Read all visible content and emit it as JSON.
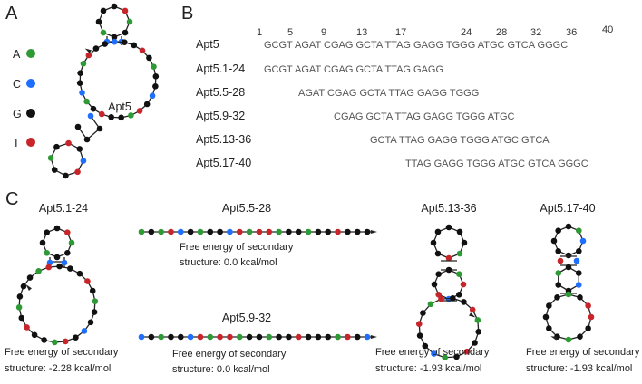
{
  "colors": {
    "A": "#2e9a36",
    "C": "#1f6fff",
    "G": "#111111",
    "T": "#c8252a",
    "line": "#222222"
  },
  "panels": {
    "a": "A",
    "b": "B",
    "c": "C"
  },
  "legend": [
    {
      "base": "A",
      "color": "#2e9a36"
    },
    {
      "base": "C",
      "color": "#1f6fff"
    },
    {
      "base": "G",
      "color": "#111111"
    },
    {
      "base": "T",
      "color": "#c8252a"
    }
  ],
  "structure_a": {
    "label": "Apt5"
  },
  "positions": [
    "1",
    "5",
    "9",
    "13",
    "17",
    "24",
    "28",
    "32",
    "36",
    "40"
  ],
  "sequences": [
    {
      "name": "Apt5",
      "seq": "GCGT AGAT CGAG GCTA TTAG GAGG TGGG ATGC GTCA GGGC"
    },
    {
      "name": "Apt5.1-24",
      "seq": "GCGT AGAT CGAG GCTA TTAG GAGG"
    },
    {
      "name": "Apt5.5-28",
      "seq": "AGAT CGAG GCTA TTAG GAGG TGGG"
    },
    {
      "name": "Apt5.9-32",
      "seq": "CGAG GCTA TTAG GAGG TGGG ATGC"
    },
    {
      "name": "Apt5.13-36",
      "seq": "GCTA TTAG GAGG TGGG ATGC GTCA"
    },
    {
      "name": "Apt5.17-40",
      "seq": "TTAG GAGG TGGG ATGC GTCA GGGC"
    }
  ],
  "structures_c": [
    {
      "title": "Apt5.1-24",
      "energy_line1": "Free energy of secondary",
      "energy_line2": "structure: -2.28 kcal/mol"
    },
    {
      "title": "Apt5.5-28",
      "energy_line1": "Free energy of secondary",
      "energy_line2": "structure: 0.0 kcal/mol"
    },
    {
      "title": "Apt5.9-32",
      "energy_line1": "Free energy of secondary",
      "energy_line2": "structure: 0.0 kcal/mol"
    },
    {
      "title": "Apt5.13-36",
      "energy_line1": "Free energy of secondary",
      "energy_line2": "structure: -1.93 kcal/mol"
    },
    {
      "title": "Apt5.17-40",
      "energy_line1": "Free energy of secondary",
      "energy_line2": "structure: -1.93 kcal/mol"
    }
  ]
}
